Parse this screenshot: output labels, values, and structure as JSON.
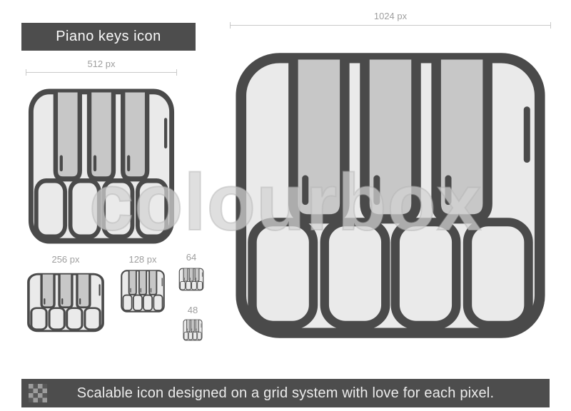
{
  "title_bar": {
    "label": "Piano keys icon"
  },
  "dims": {
    "d1024": "1024 px",
    "d512": "512 px",
    "d256": "256 px",
    "d128": "128 px",
    "d64": "64",
    "d48": "48"
  },
  "watermark": {
    "text": "colourbox"
  },
  "footer": {
    "text": "Scalable icon designed on a grid system with love for each pixel."
  },
  "icon": {
    "subject": "piano-keys",
    "style": "line-icon",
    "sizes_shown": [
      "1024 px",
      "512 px",
      "256 px",
      "128 px",
      "64",
      "48"
    ]
  },
  "colors": {
    "bar_background": "#4d4d4d",
    "bar_text": "#fafafa",
    "icon_stroke": "#4a4a4a",
    "icon_fill_light": "#eaeaea",
    "icon_fill_dark": "#c7c7c7",
    "dimension_line": "#c9c9c9",
    "dimension_label": "#9e9e9e",
    "watermark_text": "#d2d2d2"
  }
}
